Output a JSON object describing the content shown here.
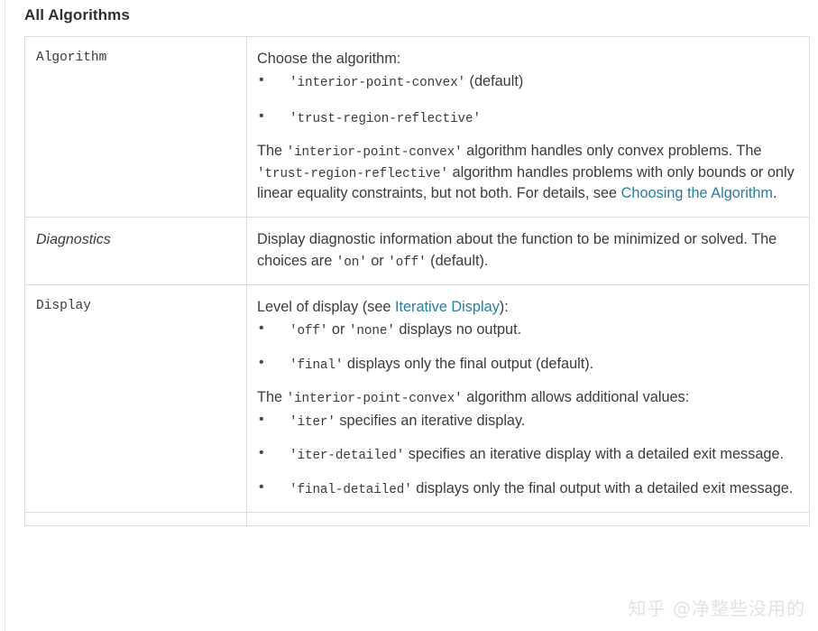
{
  "page": {
    "section_title": "All Algorithms",
    "watermark": "知乎 @净整些没用的",
    "link_color": "#2d7d9a",
    "text_color": "#3b3b3b",
    "border_color": "#dcdcdc"
  },
  "table": {
    "rows": [
      {
        "name": "Algorithm",
        "name_style": "mono",
        "intro": "Choose the algorithm:",
        "bullets": [
          {
            "code": "'interior-point-convex'",
            "rest": " (default)"
          },
          {
            "code": "'trust-region-reflective'",
            "rest": ""
          }
        ],
        "paragraph": {
          "p1": "The ",
          "code1": "'interior-point-convex'",
          "p2": " algorithm handles only convex problems. The ",
          "code2": "'trust-region-reflective'",
          "p3": " algorithm handles problems with only bounds or only linear equality constraints, but not both. For details, see ",
          "link": "Choosing the Algorithm",
          "p4": "."
        }
      },
      {
        "name": "Diagnostics",
        "name_style": "italic",
        "desc": {
          "p1": "Display diagnostic information about the function to be minimized or solved. The choices are ",
          "code1": "'on'",
          "p2": " or ",
          "code2": "'off'",
          "p3": " (default)."
        }
      },
      {
        "name": "Display",
        "name_style": "mono",
        "intro_pre": "Level of display (see ",
        "intro_link": "Iterative Display",
        "intro_post": "):",
        "bullets_first": [
          {
            "code": "'off'",
            "mid": " or ",
            "code2": "'none'",
            "rest": " displays no output."
          },
          {
            "code": "'final'",
            "mid": "",
            "code2": "",
            "rest": " displays only the final output (default)."
          }
        ],
        "paragraph2": {
          "p1": "The ",
          "code1": "'interior-point-convex'",
          "p2": " algorithm allows additional values:"
        },
        "bullets_second": [
          {
            "code": "'iter'",
            "rest": " specifies an iterative display."
          },
          {
            "code": "'iter-detailed'",
            "rest": " specifies an iterative display with a detailed exit message."
          },
          {
            "code": "'final-detailed'",
            "rest": " displays only the final output with a detailed exit message."
          }
        ]
      }
    ]
  }
}
